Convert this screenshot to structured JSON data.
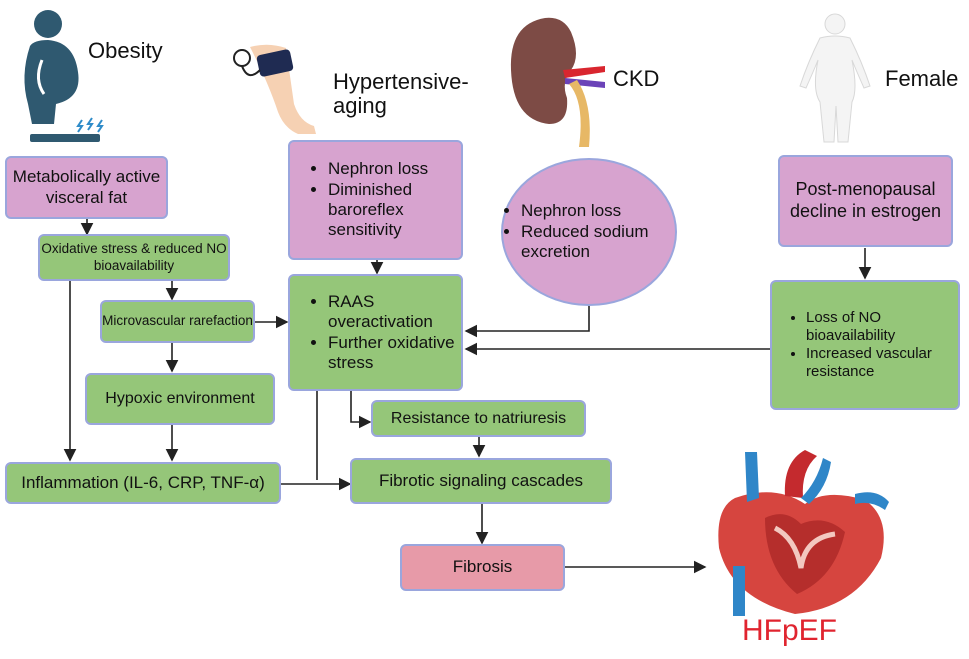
{
  "risk_factors": {
    "obesity": "Obesity",
    "hypertensive_aging": "Hypertensive-\naging",
    "ckd": "CKD",
    "female": "Female"
  },
  "boxes": {
    "visceral_fat": "Metabolically active visceral fat",
    "oxidative_stress": "Oxidative stress & reduced NO bioavailability",
    "microvascular": "Microvascular rarefaction",
    "hypoxic": "Hypoxic environment",
    "inflammation": "Inflammation (IL-6, CRP, TNF-α)",
    "aging_bullets": [
      "Nephron loss",
      "Diminished baroreflex sensitivity"
    ],
    "raas_bullets": [
      "RAAS overactivation",
      "Further oxidative stress"
    ],
    "ckd_bullets": [
      "Nephron loss",
      "Reduced sodium excretion"
    ],
    "estrogen": "Post-menopausal decline in estrogen",
    "female_bullets": [
      "Loss of NO bioavailability",
      "Increased vascular resistance"
    ],
    "natriuresis": "Resistance to natriuresis",
    "fibrotic": "Fibrotic signaling cascades",
    "fibrosis": "Fibrosis"
  },
  "outcome": "HFpEF",
  "colors": {
    "pink": "#d7a3cf",
    "green": "#95c679",
    "salmon": "#e79aa8",
    "border": "#9aa6dd",
    "hfpef": "#e0242f"
  },
  "icons": [
    "obese-person-scale-icon",
    "blood-pressure-arm-icon",
    "kidney-icon",
    "female-figure-icon",
    "heart-icon"
  ]
}
